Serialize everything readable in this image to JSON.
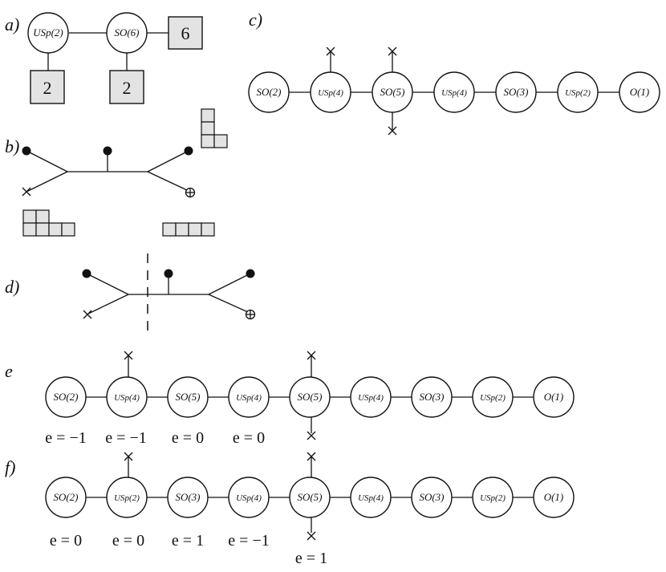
{
  "panels": {
    "a": {
      "label": "a)",
      "gauge_nodes": [
        "USp(2)",
        "SO(6)"
      ],
      "flavor_boxes": [
        "6",
        "2",
        "2"
      ]
    },
    "b": {
      "label": "b)",
      "young_diagrams": [
        "tableau-top-right",
        "tableau-bottom-left",
        "tableau-bottom-right"
      ]
    },
    "c": {
      "label": "c)",
      "nodes": [
        "SO(2)",
        "USp(4)",
        "SO(5)",
        "USp(4)",
        "SO(3)",
        "USp(2)",
        "O(1)"
      ]
    },
    "d": {
      "label": "d)"
    },
    "e": {
      "label": "e",
      "nodes": [
        "SO(2)",
        "USp(4)",
        "SO(5)",
        "USp(4)",
        "SO(5)",
        "USp(4)",
        "SO(3)",
        "USp(2)",
        "O(1)"
      ],
      "charges": [
        "e = −1",
        "e = −1",
        "e = 0",
        "e = 0"
      ]
    },
    "f": {
      "label": "f)",
      "nodes": [
        "SO(2)",
        "USp(2)",
        "SO(3)",
        "USp(4)",
        "SO(5)",
        "USp(4)",
        "SO(3)",
        "USp(2)",
        "O(1)"
      ],
      "charges": [
        "e = 0",
        "e = 0",
        "e = 1",
        "e = −1",
        "e = 1"
      ]
    }
  },
  "colors": {
    "stroke": "#111111",
    "flavor_fill": "#e3e3e3",
    "node_fill": "#ffffff"
  }
}
